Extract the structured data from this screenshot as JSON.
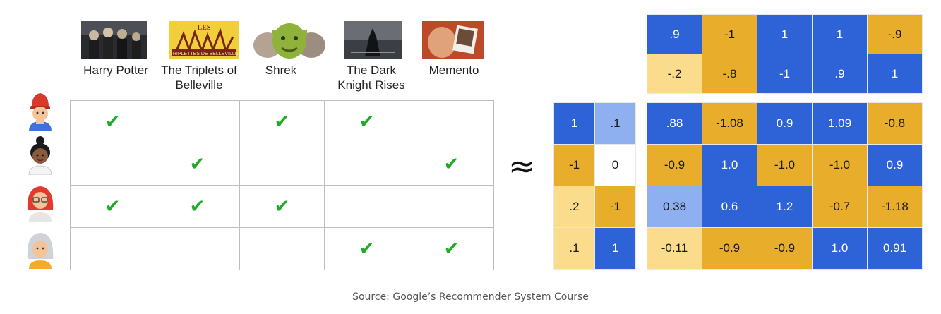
{
  "movies": [
    {
      "title_line1": "Harry Potter",
      "title_line2": ""
    },
    {
      "title_line1": "The Triplets of",
      "title_line2": "Belleville"
    },
    {
      "title_line1": "Shrek",
      "title_line2": ""
    },
    {
      "title_line1": "The Dark",
      "title_line2": "Knight Rises"
    },
    {
      "title_line1": "Memento",
      "title_line2": ""
    }
  ],
  "poster_text": {
    "triplets_line1": "LES",
    "triplets_line2": "TRIPLETTES DE BELLEVILLE"
  },
  "check_symbol": "✔",
  "feedback_matrix": [
    [
      true,
      false,
      true,
      true,
      false
    ],
    [
      false,
      true,
      false,
      false,
      true
    ],
    [
      true,
      true,
      true,
      false,
      false
    ],
    [
      false,
      false,
      false,
      true,
      true
    ]
  ],
  "approx_symbol": "≈",
  "movie_embeddings": [
    [
      ".9",
      "-1",
      "1",
      "1",
      "-.9"
    ],
    [
      "-.2",
      "-.8",
      "-1",
      ".9",
      "1"
    ]
  ],
  "movie_embeddings_colors": [
    [
      "#2e63d8",
      "#e8ad2a",
      "#2e63d8",
      "#2e63d8",
      "#e8ad2a"
    ],
    [
      "#fbdc8c",
      "#e8ad2a",
      "#2e63d8",
      "#2e63d8",
      "#2e63d8"
    ]
  ],
  "user_embeddings": [
    [
      "1",
      ".1"
    ],
    [
      "-1",
      "0"
    ],
    [
      ".2",
      "-1"
    ],
    [
      ".1",
      "1"
    ]
  ],
  "user_embeddings_colors": [
    [
      "#2e63d8",
      "#8fb0f0"
    ],
    [
      "#e8ad2a",
      "#ffffff"
    ],
    [
      "#fbdc8c",
      "#e8ad2a"
    ],
    [
      "#fbdc8c",
      "#2e63d8"
    ]
  ],
  "product_matrix": [
    [
      ".88",
      "-1.08",
      "0.9",
      "1.09",
      "-0.8"
    ],
    [
      "-0.9",
      "1.0",
      "-1.0",
      "-1.0",
      "0.9"
    ],
    [
      "0.38",
      "0.6",
      "1.2",
      "-0.7",
      "-1.18"
    ],
    [
      "-0.11",
      "-0.9",
      "-0.9",
      "1.0",
      "0.91"
    ]
  ],
  "product_matrix_colors": [
    [
      "#2e63d8",
      "#e8ad2a",
      "#2e63d8",
      "#2e63d8",
      "#e8ad2a"
    ],
    [
      "#e8ad2a",
      "#2e63d8",
      "#e8ad2a",
      "#e8ad2a",
      "#2e63d8"
    ],
    [
      "#8fb0f0",
      "#2e63d8",
      "#2e63d8",
      "#e8ad2a",
      "#e8ad2a"
    ],
    [
      "#fbdc8c",
      "#e8ad2a",
      "#e8ad2a",
      "#2e63d8",
      "#2e63d8"
    ]
  ],
  "source": {
    "prefix": "Source: ",
    "link_text": "Google’s Recommender System Course"
  }
}
